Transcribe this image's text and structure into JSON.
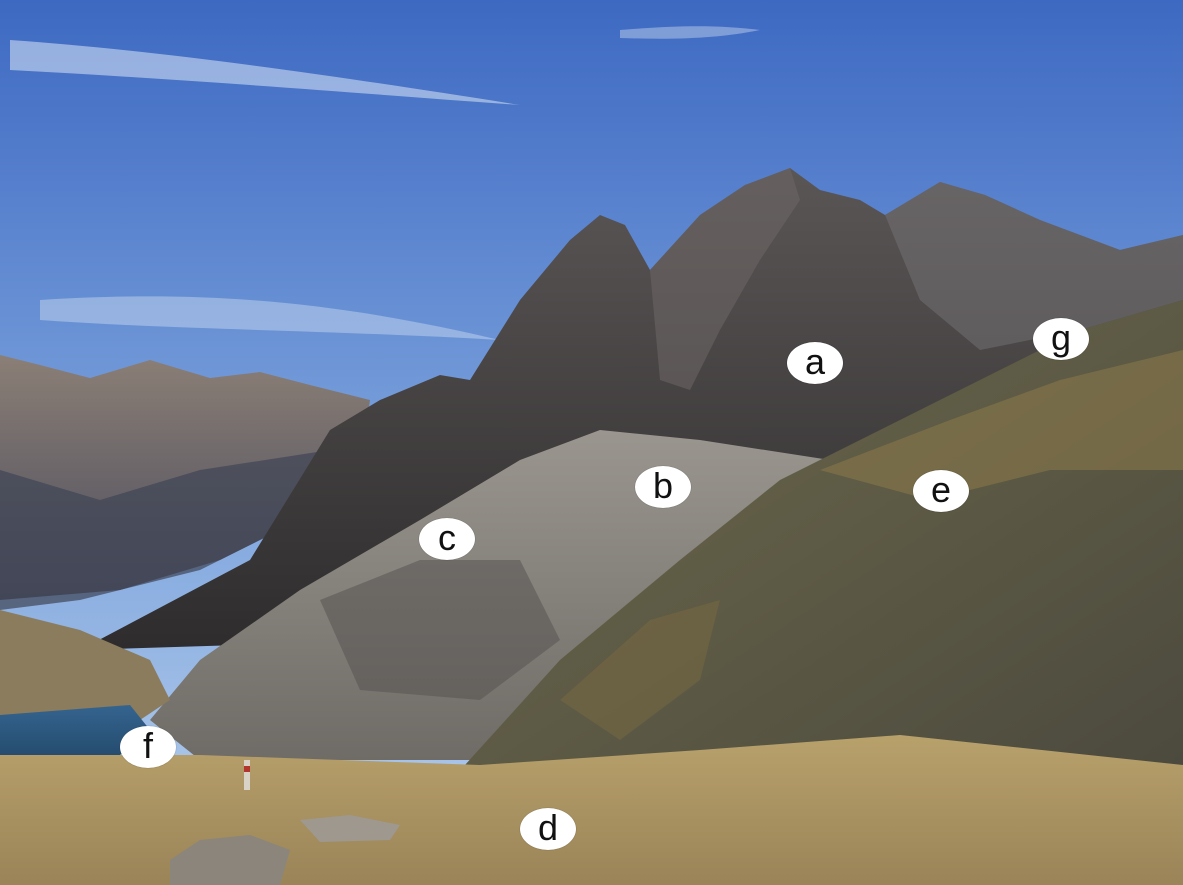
{
  "labels": {
    "a": "a",
    "b": "b",
    "c": "c",
    "d": "d",
    "e": "e",
    "f": "f",
    "g": "g"
  },
  "colors": {
    "sky_top": "#3f6fc8",
    "sky_bottom": "#a9c7ea",
    "rock_dark": "#3b3a3c",
    "scree": "#8f8b86",
    "grass": "#b49a61",
    "lake": "#2f5d86"
  }
}
